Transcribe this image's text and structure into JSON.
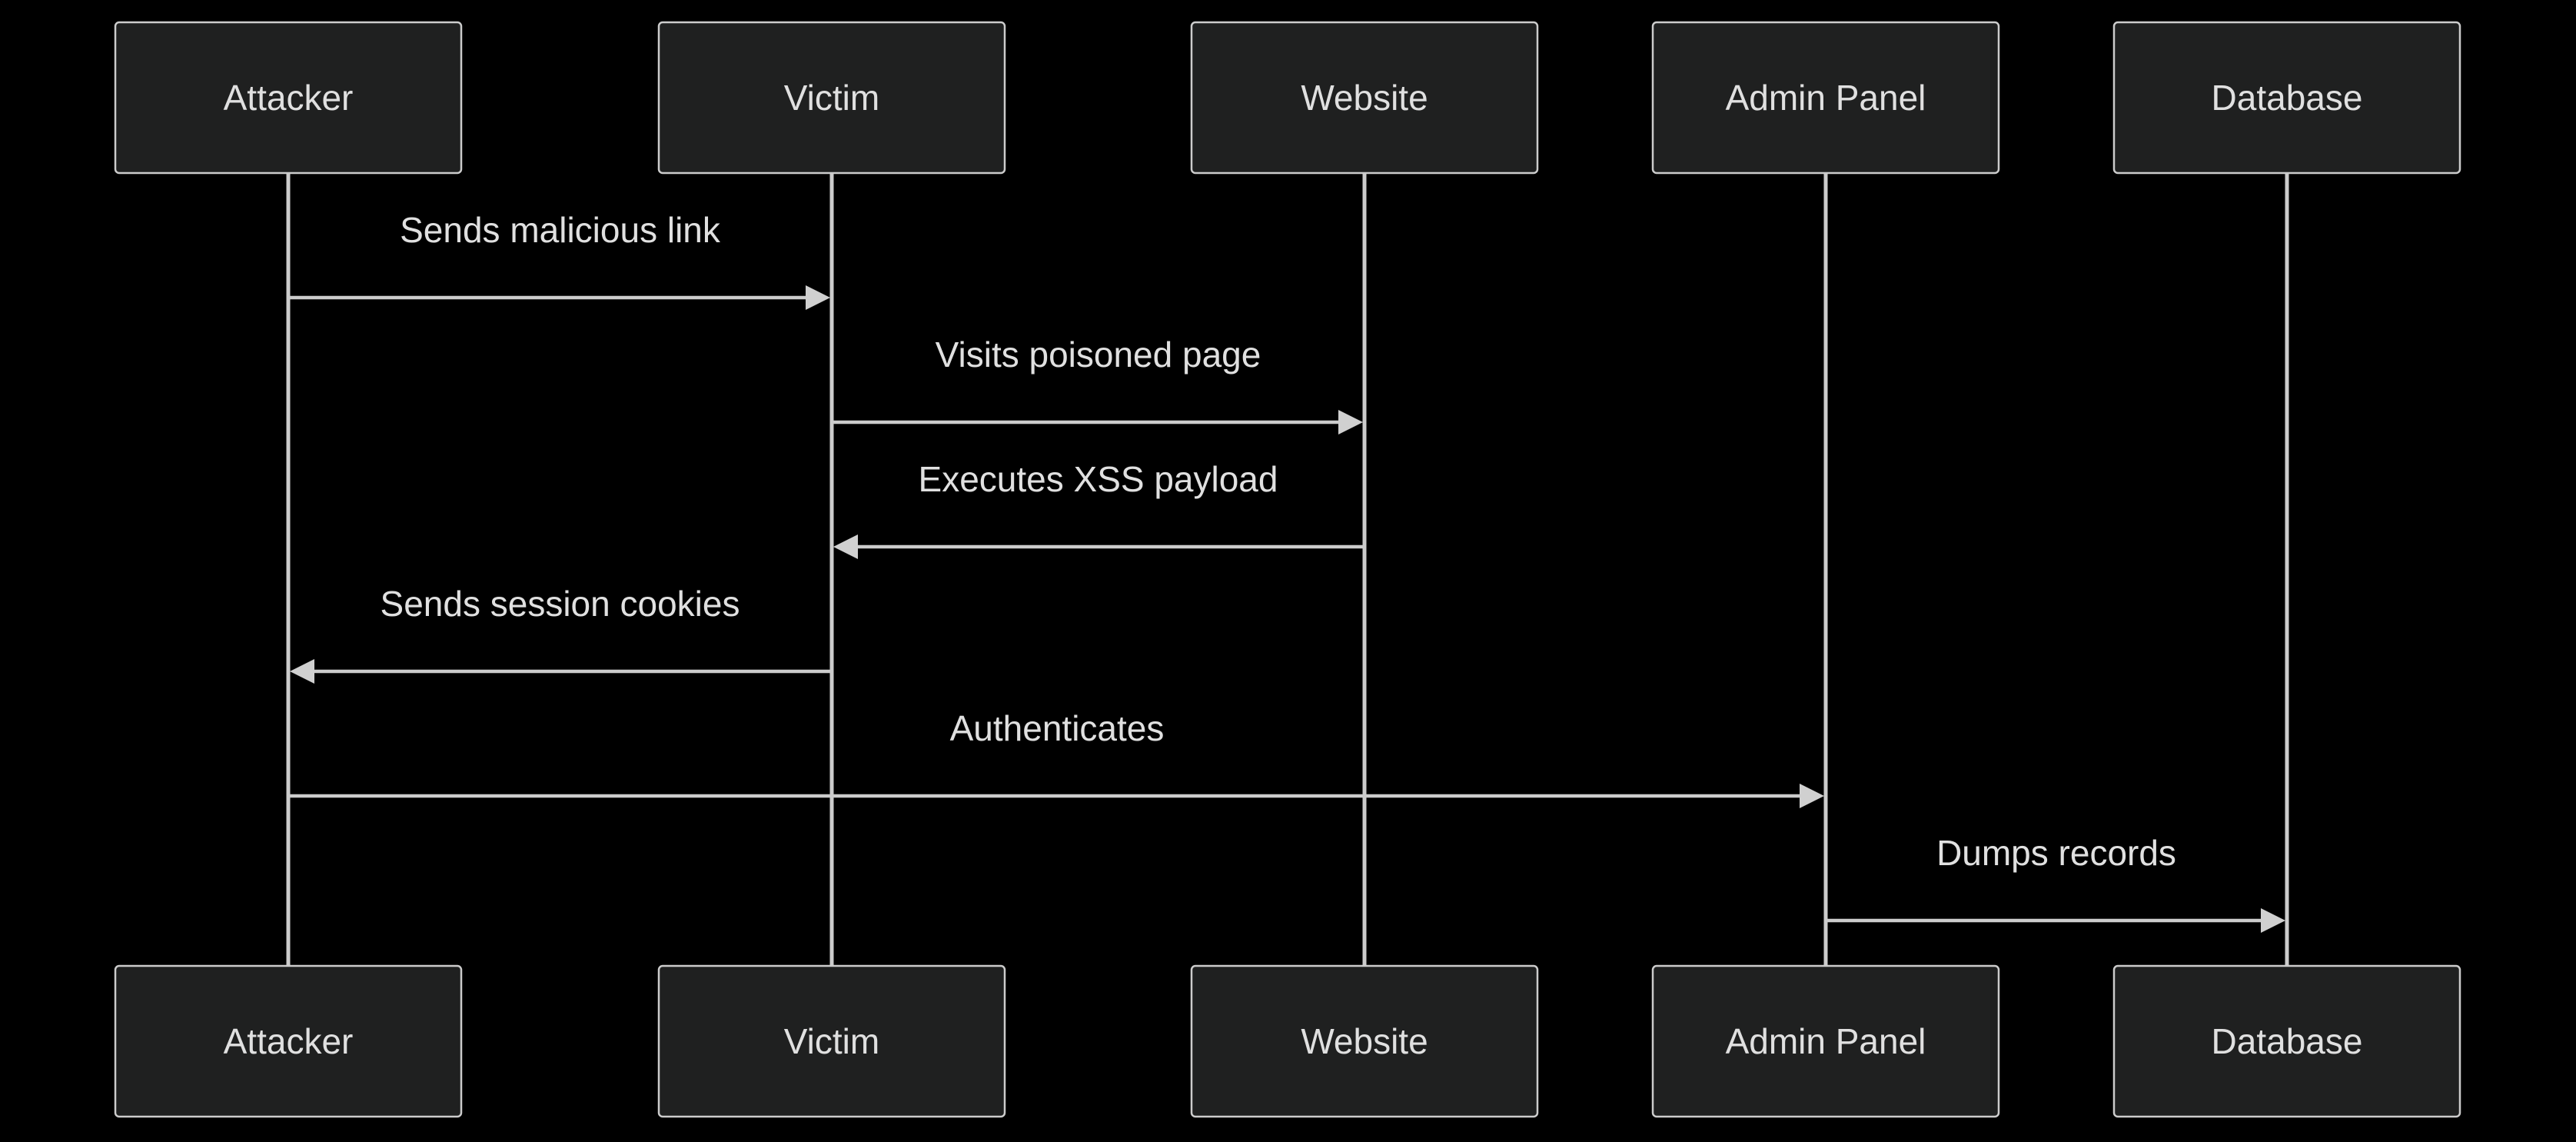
{
  "diagram": {
    "type": "sequence",
    "participants": [
      {
        "id": "attacker",
        "label": "Attacker"
      },
      {
        "id": "victim",
        "label": "Victim"
      },
      {
        "id": "website",
        "label": "Website"
      },
      {
        "id": "admin_panel",
        "label": "Admin Panel"
      },
      {
        "id": "database",
        "label": "Database"
      }
    ],
    "messages": [
      {
        "from": "attacker",
        "to": "victim",
        "label": "Sends malicious link"
      },
      {
        "from": "victim",
        "to": "website",
        "label": "Visits poisoned page"
      },
      {
        "from": "website",
        "to": "victim",
        "label": "Executes XSS payload"
      },
      {
        "from": "victim",
        "to": "attacker",
        "label": "Sends session cookies"
      },
      {
        "from": "attacker",
        "to": "admin_panel",
        "label": "Authenticates"
      },
      {
        "from": "admin_panel",
        "to": "database",
        "label": "Dumps records"
      }
    ],
    "colors": {
      "background": "#000000",
      "box_fill": "#1f2020",
      "line": "#cccccc",
      "text": "#e0e0e0"
    }
  }
}
